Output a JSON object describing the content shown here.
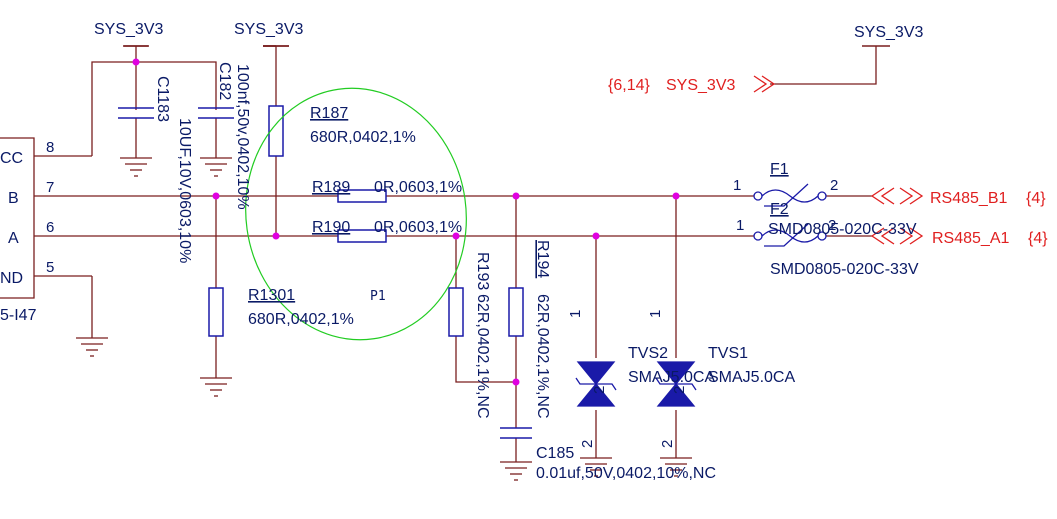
{
  "nets": {
    "pwr_top_1": "SYS_3V3",
    "pwr_top_2": "SYS_3V3",
    "pwr_top_3": "SYS_3V3",
    "port_ref": "{6,14}",
    "port_name": "SYS_3V3",
    "rs485_b": "RS485_B1",
    "rs485_b_ref": "{4}",
    "rs485_a": "RS485_A1",
    "rs485_a_ref": "{4}"
  },
  "connector": {
    "pin_vcc": "CC",
    "pin_b": "B",
    "pin_a": "A",
    "pin_gnd": "ND",
    "num_8": "8",
    "num_7": "7",
    "num_6": "6",
    "num_5": "5",
    "part": "5-I47"
  },
  "components": {
    "c1183_ref": "C1183",
    "c1183_val": "10UF,10V,0603,10%",
    "c182_ref": "C182",
    "c182_val": "100nf,50v,0402,10%",
    "r187_ref": "R187",
    "r187_val": "680R,0402,1%",
    "r189_ref": "R189",
    "r189_val": "0R,0603,1%",
    "r190_ref": "R190",
    "r190_val": "0R,0603,1%",
    "r1301_ref": "R1301",
    "r1301_val": "680R,0402,1%",
    "p1": "P1",
    "r193_ref": "R193",
    "r193_val": "62R,0402,1%,NC",
    "r194_ref": "R194",
    "r194_val": "62R,0402,1%,NC",
    "c185_ref": "C185",
    "c185_val": "0.01uf,50V,0402,10%,NC",
    "tvs2_ref": "TVS2",
    "tvs2_val": "SMAJ5.0CA",
    "tvs1_ref": "TVS1",
    "tvs1_val": "SMAJ5.0CA",
    "f1_ref": "F1",
    "f2_ref": "F2",
    "f1_val": "SMD0805-020C-33V",
    "f2_val": "SMD0805-020C-33V",
    "pin1": "1",
    "pin2": "2"
  },
  "colors": {
    "wire": "#7a1f1f",
    "text": "#0a1a66",
    "net": "#e02020",
    "junction": "#e000e0",
    "part": "#1a1aa8",
    "highlight": "#22cc22"
  }
}
